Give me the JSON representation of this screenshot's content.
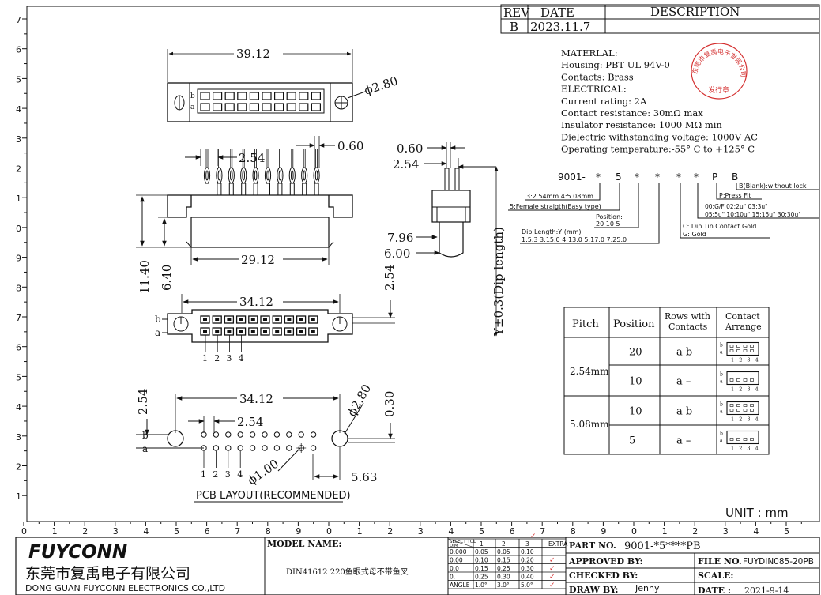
{
  "revision": {
    "headers": {
      "rev": "REV",
      "date": "DATE",
      "description": "DESCRIPTION"
    },
    "rev": "B",
    "date": "2023.11.7"
  },
  "material": [
    "MATERLAL:",
    "Housing: PBT UL 94V-0",
    "Contacts: Brass",
    "ELECTRICAL:",
    "Current rating: 2A",
    "Contact resistance: 30mΩ max",
    "Insulator resistance: 1000 MΩ min",
    "Dielectric withstanding voltage: 1000V  AC",
    "Operating temperature:-55° C to +125° C"
  ],
  "stamp": {
    "ring": "东莞市复禹电子有限公司",
    "center": "发行章"
  },
  "part_code": {
    "segments": [
      "9001-",
      "*",
      "5",
      "*",
      "*",
      "*",
      "*",
      "P",
      "B"
    ],
    "notes": {
      "blank": "B(Blank):without lock",
      "press": "P:Press Fit",
      "plating1": "00:G/F    02:2u\"    03:3u\"",
      "plating2": "05:5u\"  10:10u\"  15:15u\"  30:30u\"",
      "contact1": "C:  Dip  Tin  Contact  Gold",
      "contact2": "G:  Gold",
      "pitch": "3:2.54mm  4:5.08mm",
      "type": "5:Female straigth(Easy type)",
      "position_label": "Position:",
      "position_values": "20  10  5",
      "dip_label": "Dip Length:Y (mm)",
      "dip_values": "1:5.3   3:15.0   4:13.0   5:17.0   7:25.0"
    }
  },
  "dims": {
    "d3912": "39.12",
    "d280": "ϕ2.80",
    "d254": "2.54",
    "d060": "0.60",
    "d060b": "0.60",
    "d254b": "2.54",
    "d2912": "29.12",
    "d1140": "11.40",
    "d640": "6.40",
    "d796": "7.96",
    "d600": "6.00",
    "dip": "Y±0.3(Dip length)",
    "d254c": "2.54",
    "d3412": "34.12",
    "pins": [
      "1",
      "2",
      "3",
      "4"
    ],
    "row_a": "a",
    "row_b": "b",
    "d254d": "2.54",
    "d3412b": "34.12",
    "d254e": "2.54",
    "d280b": "ϕ2.80",
    "d030": "0.30",
    "d100": "ϕ1.00",
    "d563": "5.63",
    "pcb": "PCB  LAYOUT(RECOMMENDED)",
    "pins2": [
      "1",
      "2",
      "3",
      "4"
    ]
  },
  "arrange_table": {
    "headers": [
      "Pitch",
      "Position",
      "Rows  with|Contacts",
      "Contact|Arrange"
    ],
    "rows": [
      {
        "pitch": "2.54mm",
        "position": "20",
        "rows": "a b",
        "arrange": "1 2 3 4"
      },
      {
        "pitch": "",
        "position": "10",
        "rows": "a –",
        "arrange": "1 2 3 4"
      },
      {
        "pitch": "5.08mm",
        "position": "10",
        "rows": "a b",
        "arrange": "1 2 3 4"
      },
      {
        "pitch": "",
        "position": "5",
        "rows": "a –",
        "arrange": "1 2 3 4"
      }
    ]
  },
  "unit": "UNIT  :  mm",
  "left_ruler": [
    "7",
    "6",
    "5",
    "4",
    "3",
    "2",
    "1",
    "0",
    "9",
    "8",
    "7",
    "6",
    "5",
    "4",
    "3",
    "2",
    "1"
  ],
  "bottom_ruler": [
    "0",
    "1",
    "2",
    "3",
    "4",
    "5",
    "6",
    "7",
    "8",
    "9",
    "0",
    "1",
    "2",
    "3",
    "4",
    "5",
    "6",
    "7",
    "8",
    "9",
    "0",
    "1",
    "2",
    "3",
    "4",
    "5"
  ],
  "title_block": {
    "logo": "FUYCONN",
    "company_cn": "东莞市复禹电子有限公司",
    "company_en": "DONG GUAN FUYCONN ELECTRONICS CO.,LTD",
    "model_label": "MODEL NAME:",
    "model_value": "DIN41612   220鱼眼式母不带鱼叉",
    "tol_header": [
      "SELECT TOL",
      "1",
      "2",
      "3",
      "EXTRA"
    ],
    "tol_dim": "DIM",
    "tol_rows": [
      [
        "0.000",
        "0.05",
        "0.05",
        "0.10",
        ""
      ],
      [
        "0.00",
        "0.10",
        "0.15",
        "0.20",
        "✓"
      ],
      [
        "0.0",
        "0.15",
        "0.25",
        "0.30",
        "✓"
      ],
      [
        "0.",
        "0.25",
        "0.30",
        "0.40",
        "✓"
      ],
      [
        "ANGLE",
        "1.0°",
        "3.0°",
        "5.0°",
        "✓"
      ]
    ],
    "part_no_label": "PART  NO.",
    "part_no": "9001-*5****PB",
    "approved": "APPROVED  BY:",
    "checked": "CHECKED  BY:",
    "draw": "DRAW  BY:",
    "draw_by": "Jenny",
    "file_label": "FILE  NO.",
    "file_no": "FUYDIN085-20PB",
    "scale": "SCALE:",
    "date_label": "DATE  :",
    "date": "2021-9-14"
  }
}
